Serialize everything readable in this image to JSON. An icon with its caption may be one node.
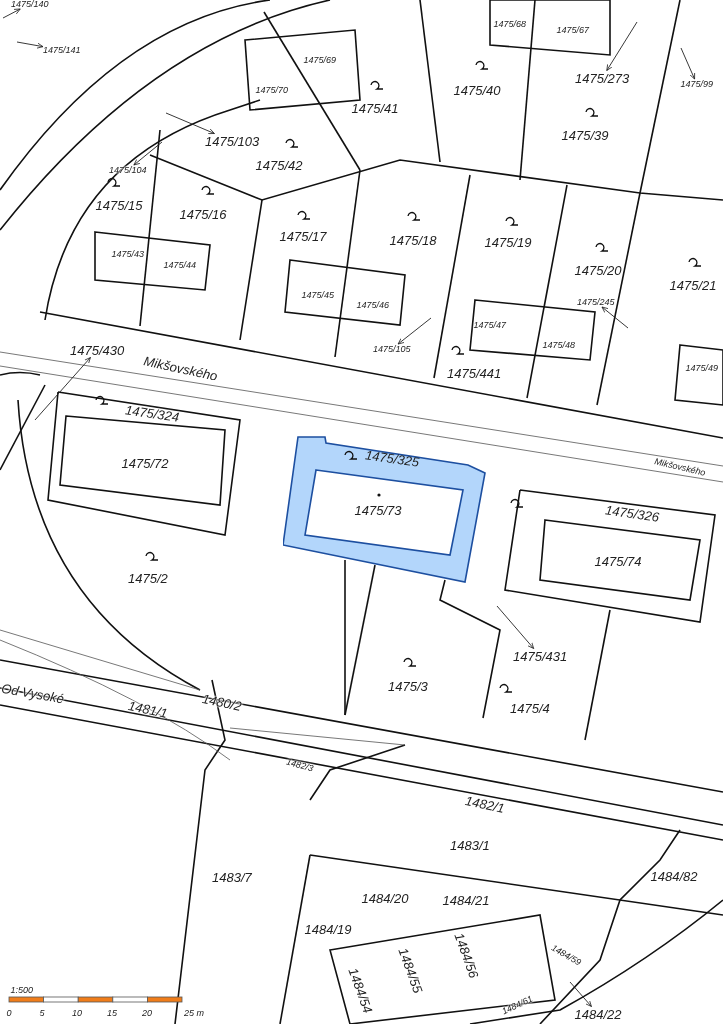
{
  "diagram": {
    "nodes": [
      {
        "text": [
          "1475/325"
        ]
      },
      {
        "text": [
          "1475/73"
        ],
        "in": 0
      },
      {
        "text": [
          "1475/141"
        ]
      },
      {
        "text": [
          "1475/103"
        ]
      },
      {
        "text": [
          "1475/104"
        ]
      },
      {
        "text": [
          "1475/273"
        ]
      },
      {
        "text": [
          "1475/99"
        ]
      },
      {
        "text": [
          "1475/105"
        ]
      },
      {
        "text": [
          "1475/245"
        ]
      },
      {
        "text": [
          "1475/430"
        ]
      },
      {
        "text": [
          "1475/431"
        ]
      },
      {
        "text": [
          "1484/22"
        ]
      },
      {
        "text": [
          "1475/140"
        ]
      }
    ],
    "edges": [
      {
        "from": null,
        "to": 2,
        "arrow": "to"
      },
      {
        "from": null,
        "to": 3,
        "arrow": "to"
      },
      {
        "from": null,
        "to": 4,
        "arrow": "to"
      },
      {
        "from": null,
        "to": 5,
        "arrow": "to"
      },
      {
        "from": null,
        "to": 6,
        "arrow": "to"
      },
      {
        "from": null,
        "to": 7,
        "arrow": "to"
      },
      {
        "from": null,
        "to": 8,
        "arrow": "to"
      },
      {
        "from": null,
        "to": 9,
        "arrow": "to"
      },
      {
        "from": null,
        "to": 10,
        "arrow": "to"
      },
      {
        "from": null,
        "to": 11,
        "arrow": "to"
      },
      {
        "from": null,
        "to": 12,
        "arrow": "to"
      }
    ],
    "labels": [
      "1475/69",
      "1475/70",
      "1475/68",
      "1475/67",
      "1475/41",
      "1475/40",
      "1475/42",
      "1475/39",
      "1475/15",
      "1475/16",
      "1475/17",
      "1475/18",
      "1475/19",
      "1475/20",
      "1475/21",
      "1475/43",
      "1475/44",
      "1475/45",
      "1475/46",
      "1475/47",
      "1475/48",
      "1475/49",
      "1475/441",
      "Mikšovského",
      "1475/324",
      "1475/72",
      "Mikšovského",
      "1475/326",
      "1475/74",
      "1475/2",
      "1475/3",
      "1475/4",
      "Od Vysoké",
      "1480/2",
      "1481/1",
      "1482/3",
      "1482/1",
      "1483/1",
      "1483/7",
      "1484/82",
      "1484/19",
      "1484/20",
      "1484/21",
      "1484/54",
      "1484/55",
      "1484/56",
      "1484/59",
      "1484/61",
      "1:500",
      "0",
      "5",
      "10",
      "15",
      "20",
      "25 m"
    ]
  }
}
